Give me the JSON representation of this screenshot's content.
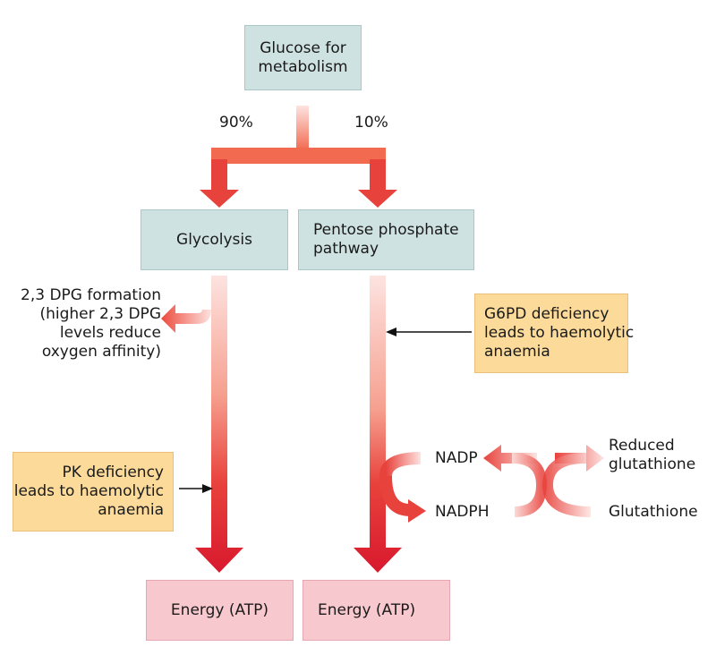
{
  "nodes": {
    "glucose": "Glucose for\nmetabolism",
    "glycolysis": "Glycolysis",
    "pentose": "Pentose phosphate\npathway",
    "energy_left": "Energy (ATP)",
    "energy_right": "Energy (ATP)"
  },
  "split": {
    "left_percent": "90%",
    "right_percent": "10%"
  },
  "notes": {
    "dpg": "2,3 DPG formation\n(higher 2,3 DPG\nlevels reduce\noxygen affinity)",
    "pk": "PK deficiency\nleads to haemolytic\nanaemia",
    "g6pd": "G6PD deficiency\nleads to haemolytic\nanaemia"
  },
  "cycle": {
    "nadp": "NADP",
    "nadph": "NADPH",
    "reduced_glutathione": "Reduced\nglutathione",
    "glutathione": "Glutathione"
  },
  "colors": {
    "arrow_dark": "#d8192e",
    "arrow_light": "#fde3e0",
    "box_teal": "#cfe2e2",
    "box_pink": "#f7c9cf",
    "box_yellow": "#fcdb9a"
  }
}
